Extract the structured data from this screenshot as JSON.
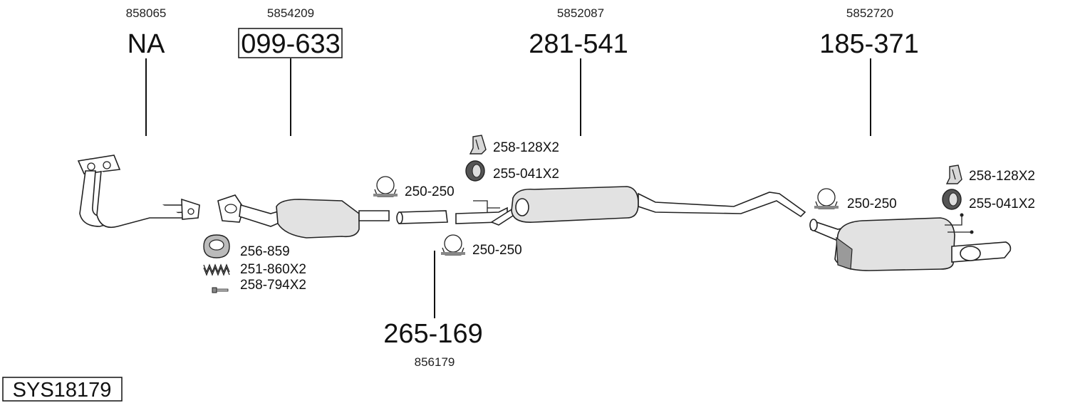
{
  "system_code": "SYS18179",
  "parts": [
    {
      "oe": "858065",
      "number": "NA",
      "boxed": false
    },
    {
      "oe": "5854209",
      "number": "099-633",
      "boxed": true
    },
    {
      "oe": "5852087",
      "number": "281-541",
      "boxed": false
    },
    {
      "oe": "5852720",
      "number": "185-371",
      "boxed": false
    },
    {
      "oe": "856179",
      "number": "265-169",
      "boxed": false
    }
  ],
  "accessories": [
    {
      "label": "258-128X2",
      "icon": "hanger-bracket-icon"
    },
    {
      "label": "255-041X2",
      "icon": "rubber-mount-icon"
    },
    {
      "label": "250-250",
      "icon": "pipe-clamp-icon"
    },
    {
      "label": "250-250",
      "icon": "pipe-clamp-icon"
    },
    {
      "label": "256-859",
      "icon": "gasket-ring-icon"
    },
    {
      "label": "251-860X2",
      "icon": "spring-icon"
    },
    {
      "label": "258-794X2",
      "icon": "bolt-icon"
    },
    {
      "label": "250-250",
      "icon": "pipe-clamp-icon"
    },
    {
      "label": "258-128X2",
      "icon": "hanger-bracket-icon"
    },
    {
      "label": "255-041X2",
      "icon": "rubber-mount-icon"
    }
  ]
}
